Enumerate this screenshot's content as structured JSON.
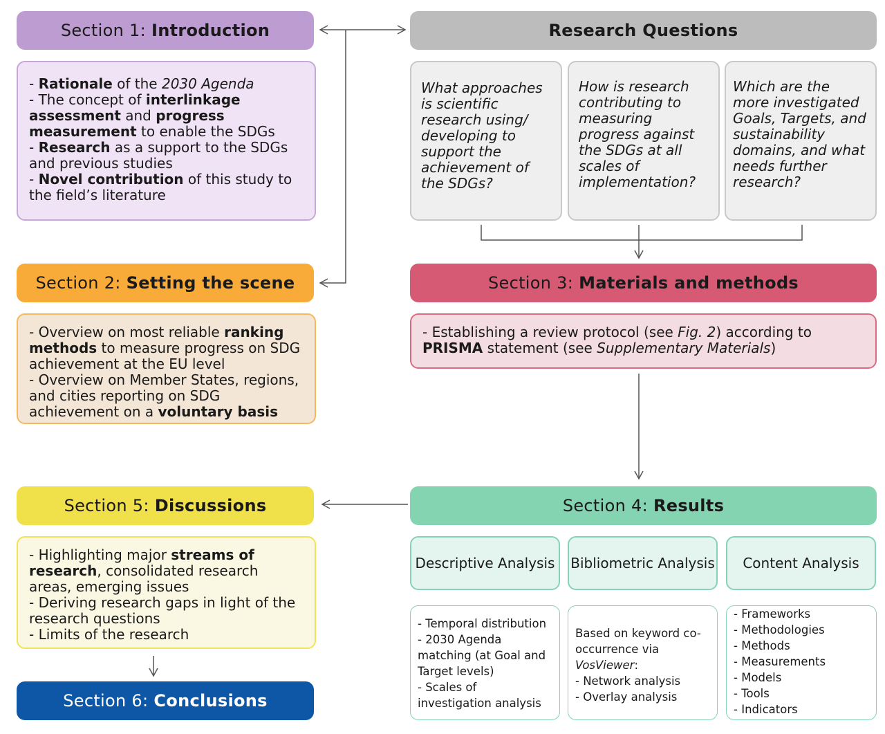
{
  "section1": {
    "prefix": "Section 1:",
    "title": "Introduction",
    "items": [
      {
        "b": "Rationale",
        "t1": " of the ",
        "i": "2030 Agenda"
      },
      {
        "t0": "The concept of ",
        "b": "interlinkage assessment",
        "t1": " and ",
        "b2": "progress measurement",
        "t2": " to enable the SDGs"
      },
      {
        "b": "Research",
        "t1": " as a support to the SDGs and previous studies"
      },
      {
        "b": "Novel contribution",
        "t1": " of this study to the field’s literature"
      }
    ]
  },
  "section2": {
    "prefix": "Section 2:",
    "title": "Setting the scene",
    "items": [
      {
        "t0": "Overview on most reliable ",
        "b": "ranking methods",
        "t1": " to measure progress on SDG achievement at the EU level"
      },
      {
        "t0": "Overview on Member States, regions, and cities reporting on SDG achievement on a ",
        "b": "voluntary basis"
      }
    ]
  },
  "research_questions": {
    "title": "Research Questions",
    "questions": [
      "What approaches is scientific research using/ developing to support the achievement of the SDGs?",
      "How is research contributing to measuring progress against the SDGs at all scales of implementation?",
      "Which are the more investigated Goals, Targets, and sustainability domains, and what needs further research?"
    ]
  },
  "section3": {
    "prefix": "Section 3:",
    "title": "Materials and methods",
    "text": {
      "t0": "Establishing a review protocol (see ",
      "i": "Fig. 2",
      "t1": ") according to ",
      "b": "PRISMA",
      "t2": " statement (see ",
      "i2": "Supplementary Materials",
      "t3": ")"
    }
  },
  "section4": {
    "prefix": "Section 4:",
    "title": "Results",
    "analyses": [
      {
        "label": "Descriptive Analysis",
        "details": [
          "Temporal distribution",
          "2030 Agenda matching (at Goal and Target levels)",
          "Scales of investigation analysis"
        ]
      },
      {
        "label": "Bibliometric Analysis",
        "intro": "Based on keyword co-occurrence via",
        "intro_italic": "VosViewer",
        "details": [
          "Network analysis",
          "Overlay analysis"
        ]
      },
      {
        "label": "Content Analysis",
        "details": [
          "Frameworks",
          "Methodologies",
          "Methods",
          "Measurements",
          "Models",
          "Tools",
          "Indicators"
        ]
      }
    ]
  },
  "section5": {
    "prefix": "Section 5:",
    "title": "Discussions",
    "items": [
      {
        "t0": "Highlighting major ",
        "b": "streams of research",
        "t1": ", consolidated research areas, emerging issues"
      },
      {
        "t0": "Deriving research gaps in light of the research questions"
      },
      {
        "t0": "Limits of the research"
      }
    ]
  },
  "section6": {
    "prefix": "Section 6:",
    "title": "Conclusions"
  },
  "colors": {
    "s1": "#bd9cd1",
    "s1_bg": "#f1e3f6",
    "s2": "#f8ab38",
    "s2_bg": "#f4e6d6",
    "rq": "#bcbcbc",
    "s3": "#d75a74",
    "s3_bg": "#f3dde2",
    "s4": "#84d4b1",
    "s5": "#f0e04a",
    "s5_bg": "#faf7e2",
    "s6": "#0e56a6"
  }
}
